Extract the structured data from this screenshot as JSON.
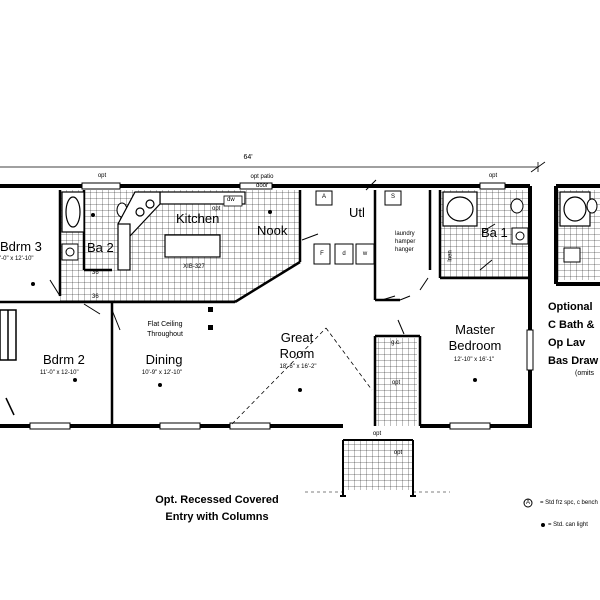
{
  "plan": {
    "overall_width": "64'",
    "rooms": {
      "bdrm3": {
        "name": "Bdrm 3",
        "dims": "'-0\" x 12'-10\""
      },
      "bdrm2": {
        "name": "Bdrm 2",
        "dims": "11'-0\" x 12-10\""
      },
      "ba2": {
        "name": "Ba 2"
      },
      "kitchen": {
        "name": "Kitchen"
      },
      "nook": {
        "name": "Nook"
      },
      "utl": {
        "name": "Utl"
      },
      "ba1": {
        "name": "Ba 1"
      },
      "dining": {
        "name": "Dining",
        "note": "Flat Ceiling Throughout",
        "dims": "10'-9\" x 12'-10\""
      },
      "great_room": {
        "name": "Great Room",
        "dims": "18'-6\" x 16'-2\""
      },
      "master": {
        "name": "Master Bedroom",
        "dims": "12'-10\" x 16'-1\""
      }
    },
    "labels": {
      "opt": "opt",
      "opt_patio_door": "opt patio door",
      "island": "XIB-327",
      "laundry": "laundry hamper hanger",
      "linen": "lnen",
      "wc": "g.c.",
      "dw": "dw",
      "d": "d",
      "w": "w",
      "f": "F",
      "a": "A",
      "s": "S",
      "n36a": "36",
      "n36b": "36"
    },
    "captions": {
      "entry_line1": "Opt. Recessed Covered",
      "entry_line2": "Entry with Columns",
      "optional_bath": "Optional C Bath & Op Lav Bas Draw",
      "omits": "(omits"
    },
    "legend": {
      "freezer": "= Std frz spc, c bench",
      "freezer_symbol": "A",
      "can_light": "= Std. can light"
    }
  }
}
